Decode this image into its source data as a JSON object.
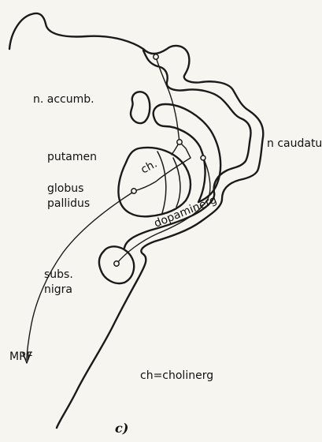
{
  "labels": {
    "n_accumb": "n. accumb.",
    "n_caudatus": "n caudatus",
    "putamen": "putamen",
    "globus": "globus",
    "pallidus": "pallidus",
    "ch": "ch.",
    "dopaminerg": "dopaminerg",
    "subs": "subs.",
    "nigra": "nigra",
    "mrf": "MRF",
    "legend": "ch=cholinerg"
  },
  "caption": "c)"
}
